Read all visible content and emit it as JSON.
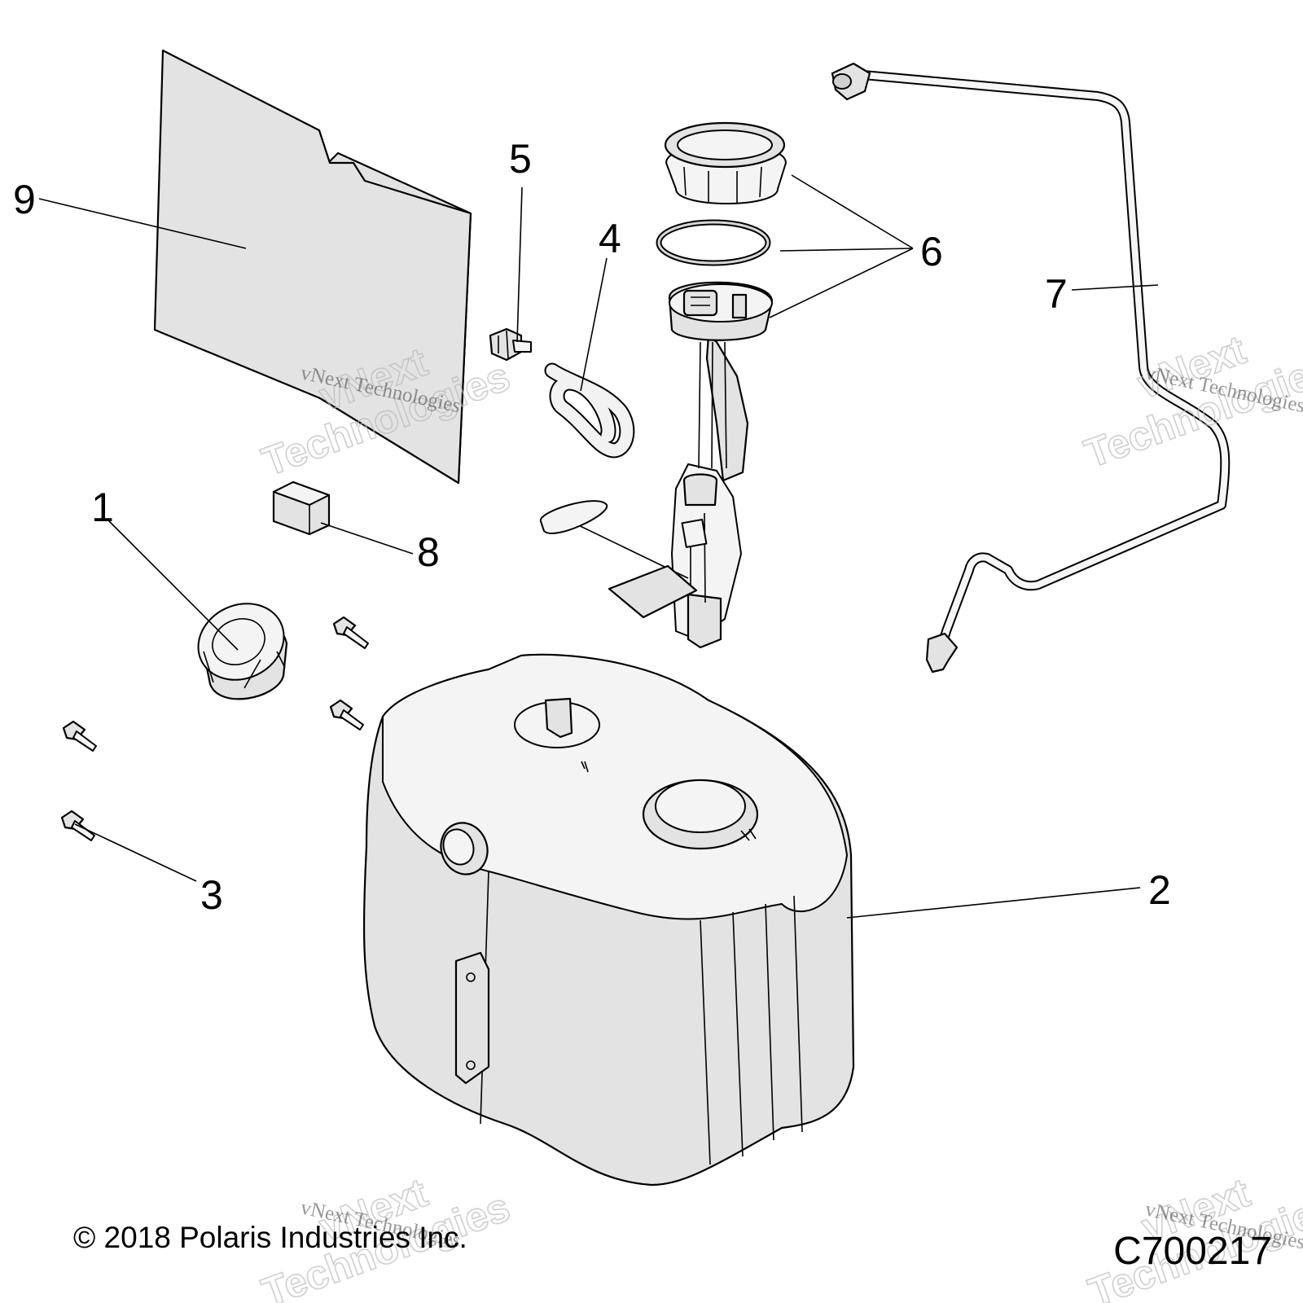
{
  "callouts": {
    "c1": "1",
    "c2": "2",
    "c3": "3",
    "c4": "4",
    "c5": "5",
    "c6": "6",
    "c7": "7",
    "c8": "8",
    "c9": "9"
  },
  "footer": {
    "copyright": "© 2018 Polaris Industries Inc.",
    "drawing_code": "C700217"
  },
  "watermark": {
    "line": "vNext Technologies",
    "word1": "vNext",
    "word2": "Technologies"
  }
}
